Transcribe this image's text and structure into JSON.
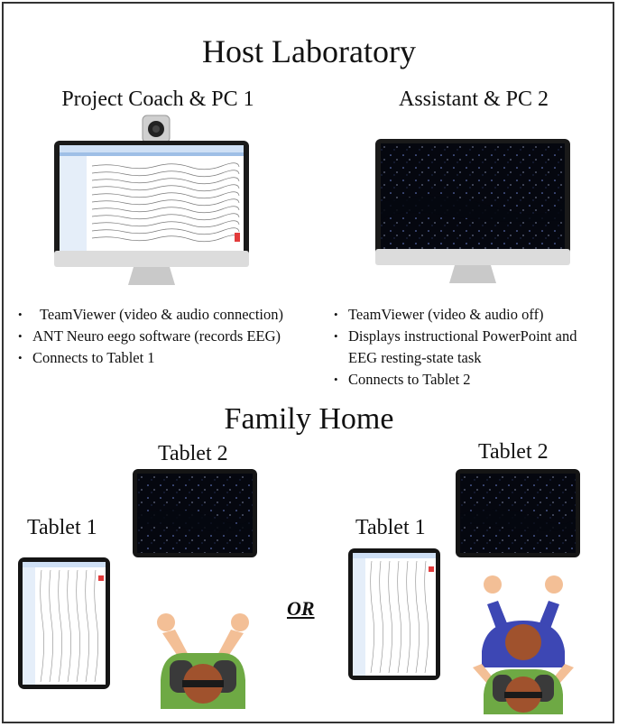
{
  "titles": {
    "host": "Host Laboratory",
    "home": "Family Home"
  },
  "pc1": {
    "heading": "Project Coach & PC 1",
    "bullets": [
      "TeamViewer (video & audio connection)",
      "ANT Neuro eego software (records EEG)",
      "Connects to Tablet 1"
    ]
  },
  "pc2": {
    "heading": "Assistant & PC 2",
    "bullets": [
      "TeamViewer (video & audio off)",
      "Displays instructional PowerPoint and EEG resting-state task",
      "Connects to Tablet 2"
    ]
  },
  "home": {
    "left_tablet2": "Tablet 2",
    "left_tablet1": "Tablet 1",
    "or_label": "OR",
    "right_tablet2": "Tablet 2",
    "right_tablet1": "Tablet 1"
  },
  "colors": {
    "frame": "#333333",
    "eeg_screen_bg": "#ffffff",
    "starfield_bg": "#05070f",
    "shirt_green": "#6ea944",
    "hair_brown": "#a0522d",
    "parent_shirt_blue": "#3d47b4",
    "skin": "#f3bf96"
  },
  "icons": [
    "webcam-icon",
    "monitor-icon",
    "tablet-icon",
    "person-top-view-icon"
  ]
}
